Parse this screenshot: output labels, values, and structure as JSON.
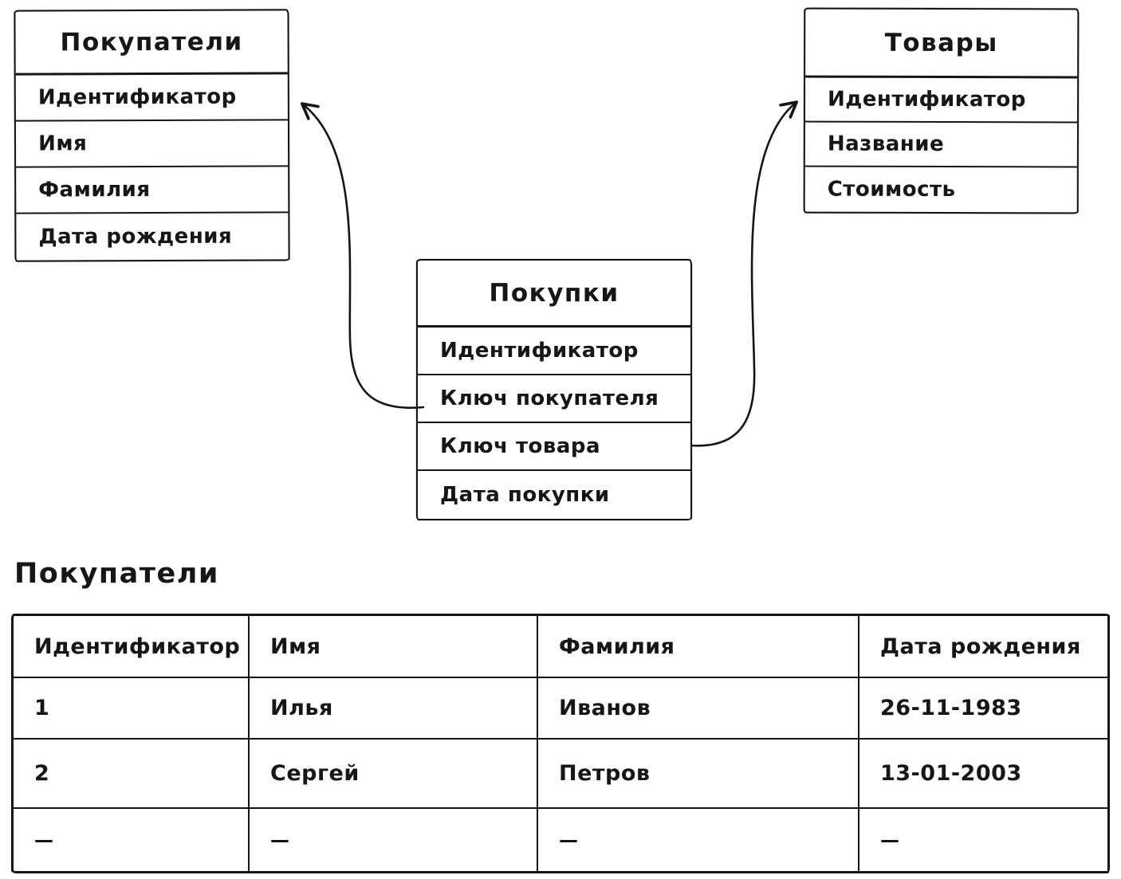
{
  "diagram": {
    "entities": [
      {
        "title": "Покупатели",
        "fields": [
          "Идентификатор",
          "Имя",
          "Фамилия",
          "Дата рождения"
        ]
      },
      {
        "title": "Товары",
        "fields": [
          "Идентификатор",
          "Название",
          "Стоимость"
        ]
      },
      {
        "title": "Покупки",
        "fields": [
          "Идентификатор",
          "Ключ покупателя",
          "Ключ товара",
          "Дата покупки"
        ]
      }
    ]
  },
  "table_section": {
    "heading": "Покупатели",
    "columns": [
      "Идентификатор",
      "Имя",
      "Фамилия",
      "Дата рождения"
    ],
    "rows": [
      [
        "1",
        "Илья",
        "Иванов",
        "26-11-1983"
      ],
      [
        "2",
        "Сергей",
        "Петров",
        "13-01-2003"
      ],
      [
        "—",
        "—",
        "—",
        "—"
      ]
    ]
  }
}
